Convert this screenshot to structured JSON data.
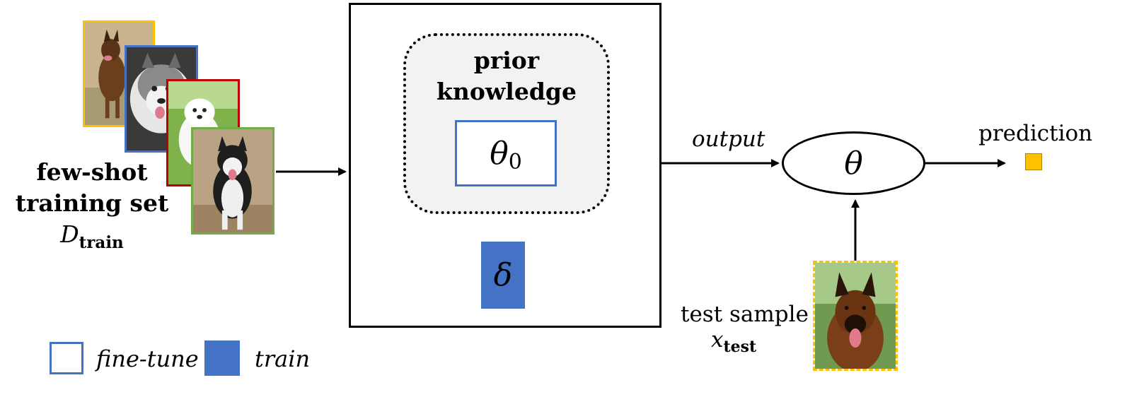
{
  "training_set": {
    "title_line1": "few-shot",
    "title_line2": "training set",
    "symbol": "D",
    "symbol_sub": "train",
    "card_border_colors": [
      "#ffc000",
      "#4472c4",
      "#c00000",
      "#70ad47"
    ]
  },
  "model_box": {
    "prior_line1": "prior",
    "prior_line2": "knowledge",
    "theta0": "θ",
    "theta0_sub": "0",
    "delta": "δ"
  },
  "output_label": "output",
  "theta": "θ",
  "prediction_label": "prediction",
  "test_sample": {
    "label": "test sample",
    "symbol": "x",
    "symbol_sub": "test"
  },
  "legend": {
    "fine_tune": "fine-tune",
    "train": "train"
  },
  "colors": {
    "blue": "#4472c4",
    "yellow": "#ffc000",
    "red": "#c00000",
    "green": "#70ad47",
    "prior_bg": "#f2f2f2"
  }
}
